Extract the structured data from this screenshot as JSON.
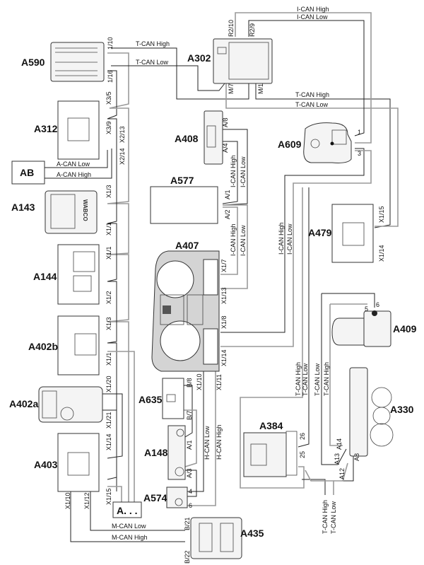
{
  "components": {
    "a590": "A590",
    "a302": "A302",
    "a312": "A312",
    "ab": "AB",
    "a143": "A143",
    "a144": "A144",
    "a402b": "A402b",
    "a402a": "A402a",
    "a403": "A403",
    "a_dots": "A. . .",
    "a408": "A408",
    "a577": "A577",
    "a407": "A407",
    "a609": "A609",
    "a479": "A479",
    "a409": "A409",
    "a330": "A330",
    "a384": "A384",
    "a635": "A635",
    "a148": "A148",
    "a574": "A574",
    "a435": "A435",
    "wabco": "WABCO"
  },
  "pins": {
    "a590_1": "1/10",
    "a590_2": "1/16",
    "a302_r210": "R2/10",
    "a302_r29": "R2/9",
    "a302_m7": "M/7",
    "a302_m1": "M/1",
    "a312_x35": "X3/5",
    "a312_x39": "X3/9",
    "a312_x213": "X2/13",
    "a312_x214": "X2/14",
    "a143_x13": "X1/3",
    "a143_x11": "X1/1",
    "a144_x11": "X1/1",
    "a144_x12": "X1/2",
    "a402b_x13": "X1/3",
    "a402b_x11": "X1/1",
    "a402a_x120": "X1/20",
    "a402a_x121": "X1/21",
    "a403_x114": "X1/14",
    "a403_x115": "X1/15",
    "a403_x110": "X1/10",
    "a403_x112": "X1/12",
    "a408_a8": "A/8",
    "a408_a4": "A/4",
    "a577_a1": "A/1",
    "a577_a2": "A/2",
    "a407_x17": "X1/7",
    "a407_x113": "X1/13",
    "a407_x18": "X1/8",
    "a407_x114": "X1/14",
    "a407_x110": "X1/10",
    "a407_x111": "X1/11",
    "a609_1": "1",
    "a609_3": "3",
    "a479_x115": "X1/15",
    "a479_x114": "X1/14",
    "a409_5": "5",
    "a409_6": "6",
    "a330_a14": "A14",
    "a330_a13": "A13",
    "a330_a12": "A12",
    "a330_a8": "A8",
    "a384_26": "26",
    "a384_25": "25",
    "a635_b8": "B/8",
    "a635_b7": "B/7",
    "a148_a1": "A/1",
    "a148_a3": "A/3",
    "a574_4": "4",
    "a574_6": "6",
    "a435_b21": "B/21",
    "a435_b22": "B/22"
  },
  "wires": {
    "tcan_high_1": "T-CAN High",
    "tcan_low_1": "T-CAN Low",
    "ican_high_top": "I-CAN High",
    "ican_low_top": "I-CAN Low",
    "tcan_high_2": "T-CAN High",
    "tcan_low_2": "T-CAN Low",
    "acan_low": "A-CAN Low",
    "acan_high": "A-CAN High",
    "ican_high_a408": "I-CAN High",
    "ican_low_a408": "I-CAN Low",
    "ican_high_a577": "I-CAN High",
    "ican_low_a577": "I-CAN Low",
    "ican_high_a609": "I-CAN High",
    "ican_low_a609": "I-CAN Low",
    "tcan_high_a384": "T-CAN High",
    "tcan_low_a384": "T-CAN Low",
    "tcan_low_a409": "T-CAN Low",
    "tcan_high_a409": "T-CAN High",
    "tcan_high_bottom": "T-CAN High",
    "tcan_low_bottom": "T-CAN Low",
    "hcan_low": "H-CAN Low",
    "hcan_high": "H-CAN High",
    "mcan_low": "M-CAN Low",
    "mcan_high": "M-CAN High"
  },
  "colors": {
    "wire_black": "#222222",
    "wire_gray": "#9a9a9a",
    "cluster": "#d4d4d4"
  }
}
